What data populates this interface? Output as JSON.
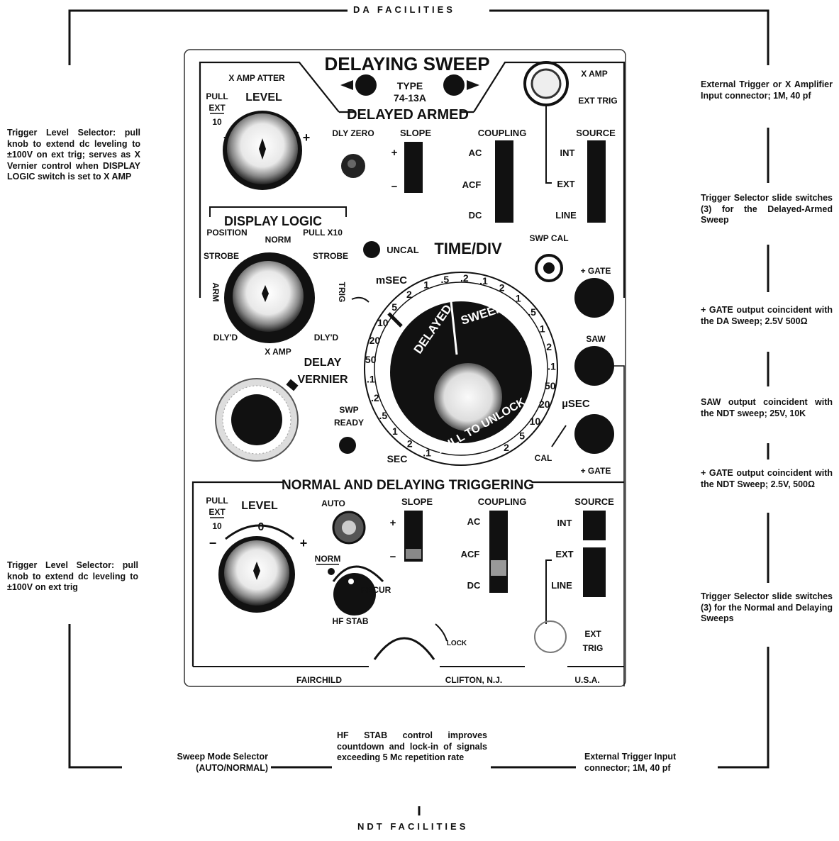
{
  "headers": {
    "top": "DA FACILITIES",
    "bottom": "NDT FACILITIES"
  },
  "annotations": {
    "left_top": "Trigger Level Selector: pull knob to extend dc leveling to ±100V on ext trig; serves as X Vernier control when DISPLAY LOGIC switch is set to X AMP",
    "left_mid": "Trigger Level Selector: pull knob to extend dc leveling to ±100V on ext trig",
    "right_1": "External Trigger or X Amplifier Input connector; 1M, 40 pf",
    "right_2": "Trigger Selector slide switches (3) for the Delayed-Armed Sweep",
    "right_3": "+ GATE output coincident with the DA Sweep; 2.5V 500Ω",
    "right_4": "SAW output coincident with the NDT sweep; 25V, 10K",
    "right_5": "+ GATE output coincident with the NDT Sweep; 2.5V, 500Ω",
    "right_6": "Trigger Selector slide switches (3) for the Normal and Delaying Sweeps",
    "bottom_left": "Sweep Mode Selector (AUTO/NORMAL)",
    "bottom_center": "HF STAB control improves countdown and lock-in of signals exceeding 5 Mc repetition rate",
    "bottom_right": "External Trigger Input connector; 1M, 40 pf"
  },
  "panel": {
    "title": "DELAYING SWEEP",
    "type_label": "TYPE",
    "type_number": "74-13A",
    "delayed_armed": "DELAYED ARMED",
    "x_amp_atter": "X AMP ATTER",
    "pull_ext": [
      "PULL",
      "EXT",
      "10"
    ],
    "level": "LEVEL",
    "zero": "0",
    "minus": "−",
    "plus": "+",
    "dly_zero": "DLY ZERO",
    "slope": "SLOPE",
    "coupling": "COUPLING",
    "coupling_options": [
      "AC",
      "ACF",
      "DC"
    ],
    "x_amp": "X AMP",
    "ext_trig": "EXT TRIG",
    "source": "SOURCE",
    "source_options": [
      "INT",
      "EXT",
      "LINE"
    ],
    "display_logic": "DISPLAY LOGIC",
    "position": "POSITION",
    "norm": "NORM",
    "pull_x10": "PULL X10",
    "strobe": "STROBE",
    "arm": "ARM",
    "trig": "TRIG",
    "dlyd": "DLY'D",
    "x_amp_knob": "X AMP",
    "uncal": "UNCAL",
    "time_div": "TIME/DIV",
    "swp_cal": "SWP CAL",
    "plus_gate": "+ GATE",
    "saw": "SAW",
    "msec": "mSEC",
    "usec": "µSEC",
    "sec": "SEC",
    "cal": "CAL",
    "delayed": "DELAYED",
    "sweep": "SWEEP",
    "pull_to_unlock": "PULL TO UNLOCK",
    "delay_vernier": [
      "DELAY",
      "VERNIER"
    ],
    "swp_ready": [
      "SWP",
      "READY"
    ],
    "dial_scale": [
      ".1",
      "2",
      "1",
      ".5",
      ".2",
      ".1",
      "50",
      "20",
      "10",
      "5",
      "2",
      "1",
      ".5",
      ".2",
      ".1",
      "2",
      "1",
      ".5",
      "1",
      "2",
      ".1",
      "50",
      "20",
      "10",
      "5",
      "2"
    ],
    "normal_delaying": "NORMAL AND DELAYING TRIGGERING",
    "auto": "AUTO",
    "norm_mode": "NORM",
    "recur": "RECUR",
    "hf_stab": "HF STAB",
    "lock": "LOCK",
    "ext_trig_lower": [
      "EXT",
      "TRIG"
    ],
    "footer": [
      "FAIRCHILD",
      "CLIFTON, N.J.",
      "U.S.A."
    ]
  }
}
